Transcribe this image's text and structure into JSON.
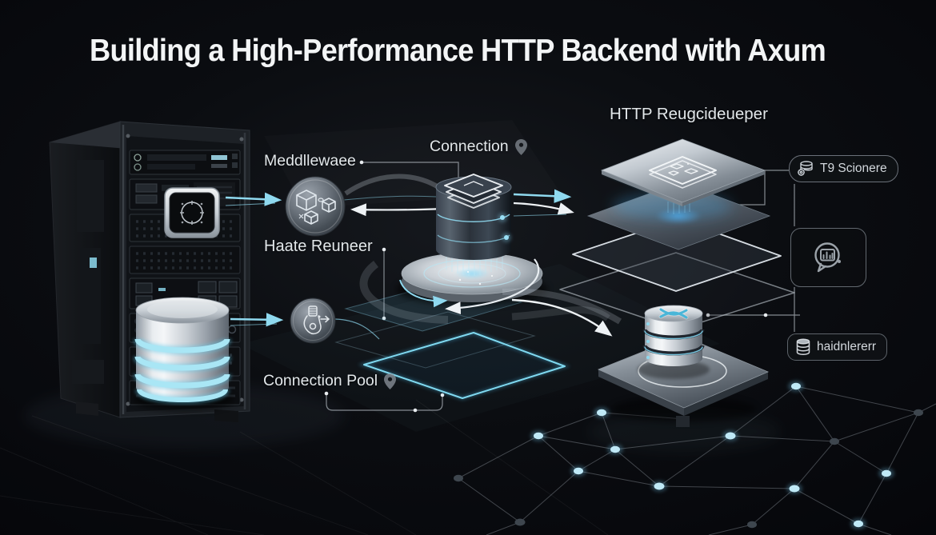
{
  "title": "Building a High-Performance HTTP Backend with Axum",
  "labels": {
    "middleware": "Meddllewaee",
    "rate_limiter": "Haate Reuneer",
    "connection": "Connection",
    "connection_pool": "Connection Pool",
    "http_request": "HTTP Reugcideueper"
  },
  "badges": {
    "t9_scionere": {
      "label": "T9 Scionere",
      "icon": "database-gear-icon"
    },
    "handler": {
      "label": "haidnlererr",
      "icon": "database-icon"
    },
    "metrics_card": {
      "icon": "chat-chart-bubble-icon"
    }
  },
  "scene_icons": {
    "middleware_circle": "cubes-icon",
    "pool_circle": "key-icon",
    "drum_top": "layers-icon",
    "top_plate": "chip-icon",
    "labels_marker": "location-pin-icon",
    "server_panel": "dial-icon",
    "db_stack_top": "x-logo-icon"
  },
  "colors": {
    "background": "#07090c",
    "accent_cyan": "#8fd9ef",
    "text_light": "#e2e7ea",
    "metal_light": "#e8ecef",
    "metal_dark": "#5a636e"
  }
}
